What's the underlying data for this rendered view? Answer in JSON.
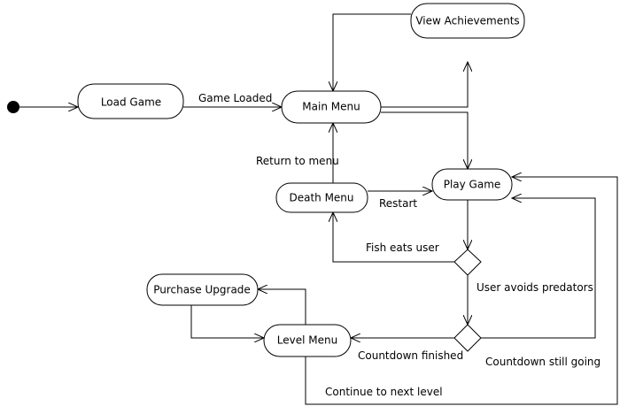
{
  "diagram": {
    "type": "activity-diagram",
    "nodes": {
      "load_game": "Load Game",
      "main_menu": "Main Menu",
      "view_achievements": "View Achievements",
      "play_game": "Play Game",
      "death_menu": "Death Menu",
      "purchase_upgrade": "Purchase Upgrade",
      "level_menu": "Level Menu"
    },
    "edges": {
      "game_loaded": "Game Loaded",
      "return_to_menu": "Return to menu",
      "restart": "Restart",
      "fish_eats_user": "Fish eats user",
      "user_avoids_predators": "User avoids predators",
      "countdown_finished": "Countdown finished",
      "countdown_still_going": "Countdown still going",
      "continue_to_next_level": "Continue to next level"
    },
    "colors": {
      "stroke": "#000000",
      "fill": "#ffffff",
      "initial_node": "#000000"
    }
  }
}
